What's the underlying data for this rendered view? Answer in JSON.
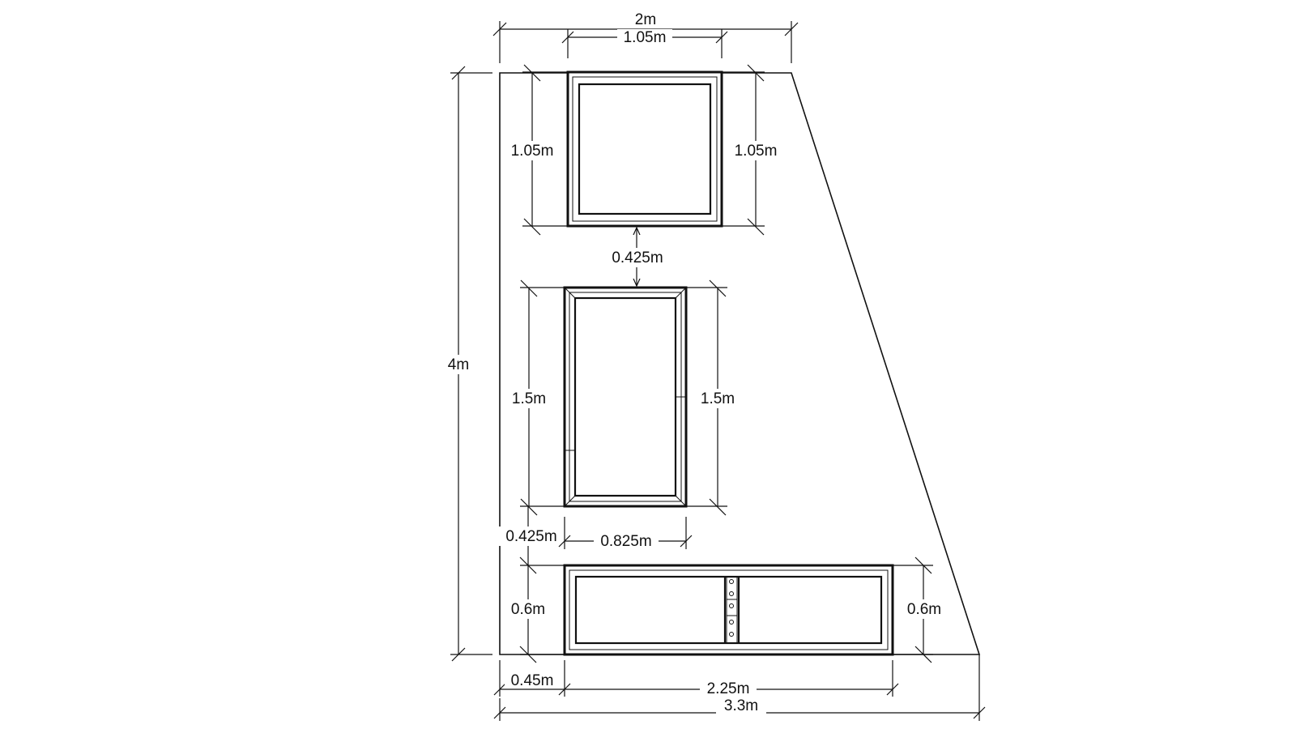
{
  "drawing": {
    "dimensions": {
      "top_width": "2m",
      "window_top_width": "1.05m",
      "total_height": "4m",
      "window_top_height_left": "1.05m",
      "window_top_height_right": "1.05m",
      "gap_between_windows": "0.425m",
      "window_mid_height_left": "1.5m",
      "window_mid_height_right": "1.5m",
      "gap_above_bottom": "0.425m",
      "window_mid_width": "0.825m",
      "window_bottom_height_left": "0.6m",
      "window_bottom_height_right": "0.6m",
      "bottom_left_offset": "0.45m",
      "window_bottom_width": "2.25m",
      "bottom_width": "3.3m"
    }
  }
}
